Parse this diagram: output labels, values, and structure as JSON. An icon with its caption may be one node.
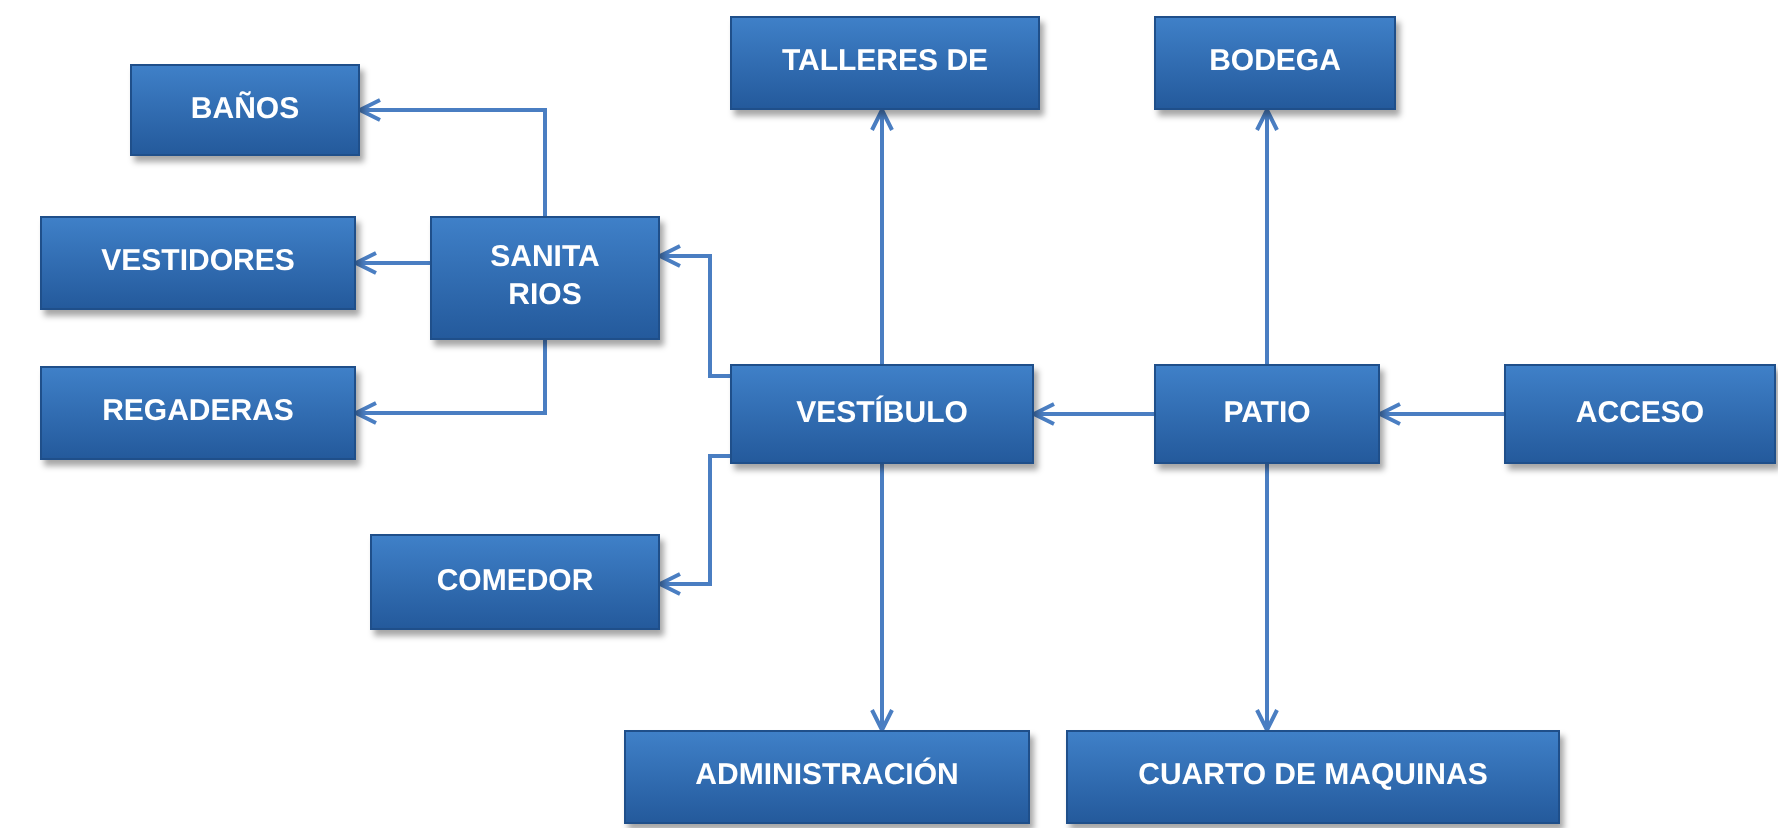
{
  "diagram": {
    "nodes": [
      {
        "text": [
          "BAÑOS"
        ]
      },
      {
        "text": [
          "VESTIDORES"
        ]
      },
      {
        "text": [
          "SANITA RIOS"
        ]
      },
      {
        "text": [
          "REGADERAS"
        ]
      },
      {
        "text": [
          "COMEDOR"
        ]
      },
      {
        "text": [
          "TALLERES DE"
        ]
      },
      {
        "text": [
          "BODEGA"
        ]
      },
      {
        "text": [
          "VESTÍBULO"
        ]
      },
      {
        "text": [
          "PATIO"
        ]
      },
      {
        "text": [
          "ACCESO"
        ]
      },
      {
        "text": [
          "ADMINISTRACIÓN"
        ]
      },
      {
        "text": [
          "CUARTO DE MAQUINAS"
        ]
      }
    ],
    "edges": [
      {
        "from": 2,
        "to": 0,
        "arrow": "to"
      },
      {
        "from": 2,
        "to": 1,
        "arrow": "to"
      },
      {
        "from": 2,
        "to": 3,
        "arrow": "to"
      },
      {
        "from": 7,
        "to": 2,
        "arrow": "to"
      },
      {
        "from": 7,
        "to": 4,
        "arrow": "to"
      },
      {
        "from": 7,
        "to": 5,
        "arrow": "to"
      },
      {
        "from": 7,
        "to": 10,
        "arrow": "to"
      },
      {
        "from": 8,
        "to": 7,
        "arrow": "to"
      },
      {
        "from": 8,
        "to": 6,
        "arrow": "to"
      },
      {
        "from": 8,
        "to": 11,
        "arrow": "to"
      },
      {
        "from": 9,
        "to": 8,
        "arrow": "to"
      }
    ]
  }
}
